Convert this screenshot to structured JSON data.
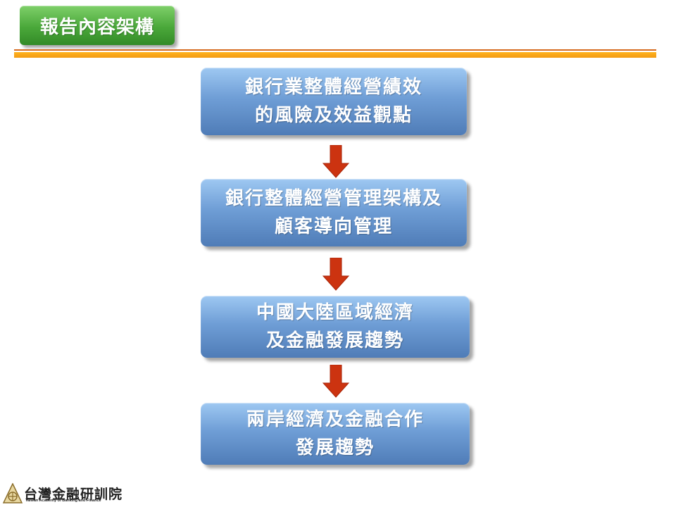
{
  "header": {
    "title": "報告內容架構"
  },
  "flow": {
    "steps": [
      {
        "lines": [
          "銀行業整體經營績效",
          "的風險及效益觀點"
        ]
      },
      {
        "lines": [
          "銀行整體經營管理架構及",
          "顧客導向管理"
        ]
      },
      {
        "lines": [
          "中國大陸區域經濟",
          "及金融發展趨勢"
        ]
      },
      {
        "lines": [
          "兩岸經濟及金融合作",
          "發展趨勢"
        ]
      }
    ],
    "arrow_color": "#cc3310"
  },
  "footer": {
    "org_name": "台灣金融研訓院",
    "org_name_en": "Taiwan Academy of Banking and Finance"
  },
  "colors": {
    "title_green": "#4aa83a",
    "box_blue": "#6f9ed6",
    "rule_orange": "#f39a12"
  }
}
